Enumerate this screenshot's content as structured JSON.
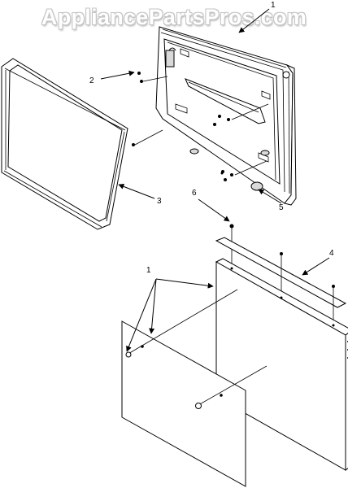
{
  "watermark": "AppliancePartsPros.com",
  "callouts": {
    "c1_top": "1",
    "c2": "2",
    "c3": "3",
    "c4": "4",
    "c5": "5",
    "c6": "6",
    "c1_bottom": "1"
  }
}
